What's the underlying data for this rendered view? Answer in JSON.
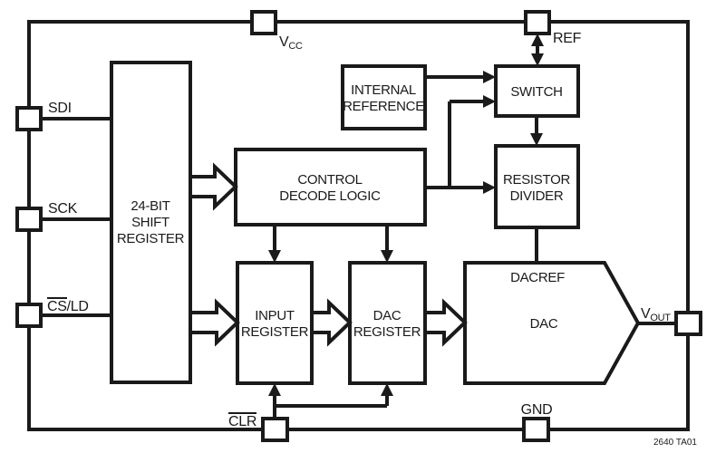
{
  "page": {
    "caption": "2640 TA01"
  },
  "pins": {
    "vcc": {
      "base": "V",
      "sub": "CC"
    },
    "ref": {
      "label": "REF"
    },
    "sdi": {
      "label": "SDI"
    },
    "sck": {
      "label": "SCK"
    },
    "csld": {
      "overline": "CS",
      "rest": "/LD"
    },
    "clr": {
      "label": "CLR"
    },
    "gnd": {
      "label": "GND"
    },
    "vout": {
      "base": "V",
      "sub": "OUT"
    }
  },
  "blocks": {
    "shift_register": {
      "line1": "24-BIT",
      "line2": "SHIFT",
      "line3": "REGISTER"
    },
    "internal_reference": {
      "line1": "INTERNAL",
      "line2": "REFERENCE"
    },
    "switch": {
      "line1": "SWITCH"
    },
    "control_decode_logic": {
      "line1": "CONTROL",
      "line2": "DECODE LOGIC"
    },
    "resistor_divider": {
      "line1": "RESISTOR",
      "line2": "DIVIDER"
    },
    "input_register": {
      "line1": "INPUT",
      "line2": "REGISTER"
    },
    "dac_register": {
      "line1": "DAC",
      "line2": "REGISTER"
    },
    "dac": {
      "label": "DAC",
      "ref_label": "DACREF"
    }
  },
  "colors": {
    "ink": "#1a1a1a",
    "background": "#ffffff"
  }
}
